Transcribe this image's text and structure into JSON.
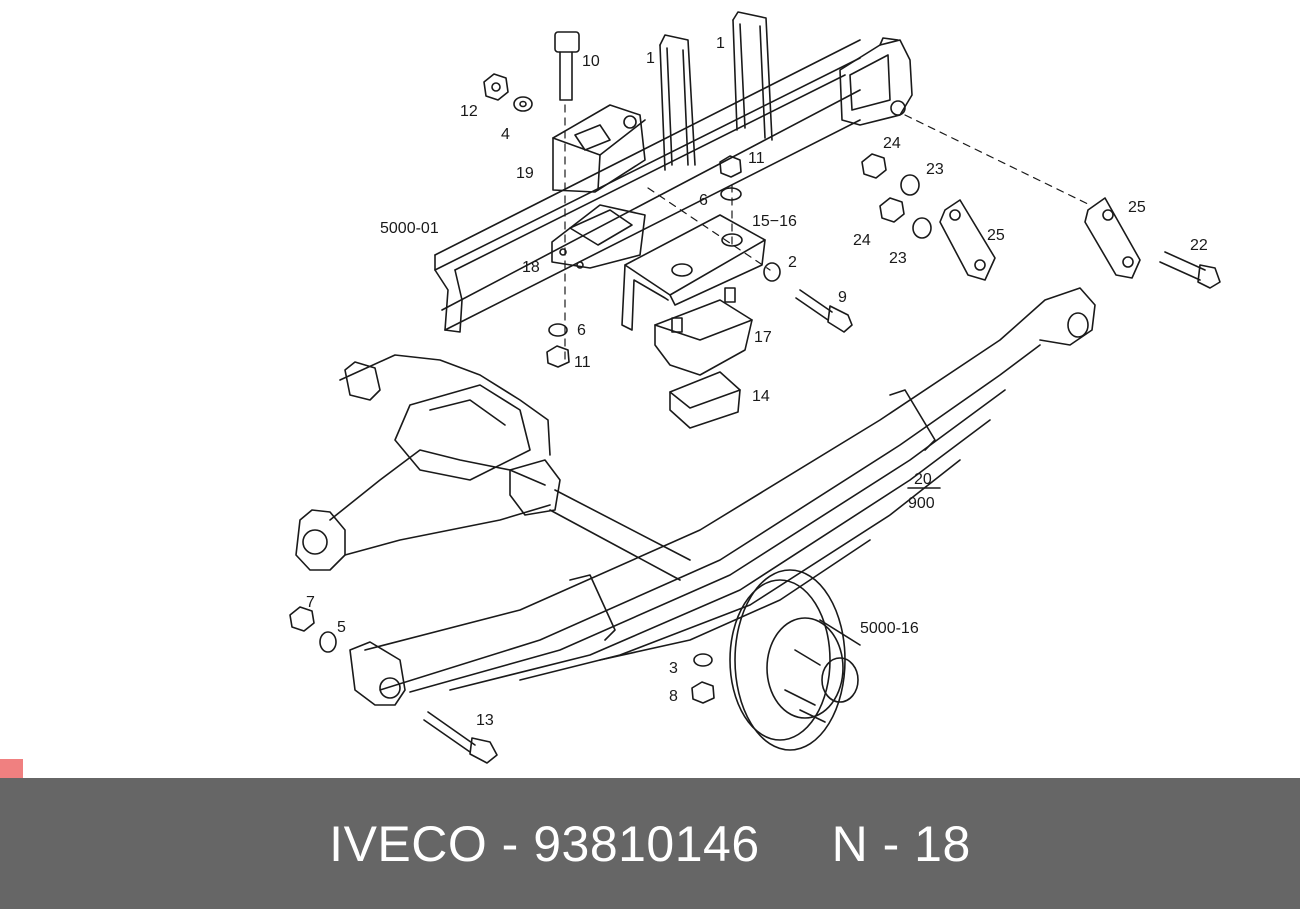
{
  "diagram": {
    "labels": [
      "10",
      "1",
      "1",
      "12",
      "4",
      "19",
      "11",
      "6",
      "15−16",
      "5000-01",
      "18",
      "2",
      "9",
      "6",
      "11",
      "17",
      "14",
      "24",
      "23",
      "24",
      "23",
      "25",
      "25",
      "22",
      "20",
      "900",
      "7",
      "5",
      "13",
      "3",
      "8",
      "5000-16"
    ]
  },
  "footer": {
    "brand": "IVECO",
    "separator1": " - ",
    "part_number": "93810146",
    "gap": "     ",
    "page_ref": "N - 18",
    "background": "#666666",
    "text_color": "#ffffff"
  },
  "marker": {
    "color": "#f08080"
  }
}
